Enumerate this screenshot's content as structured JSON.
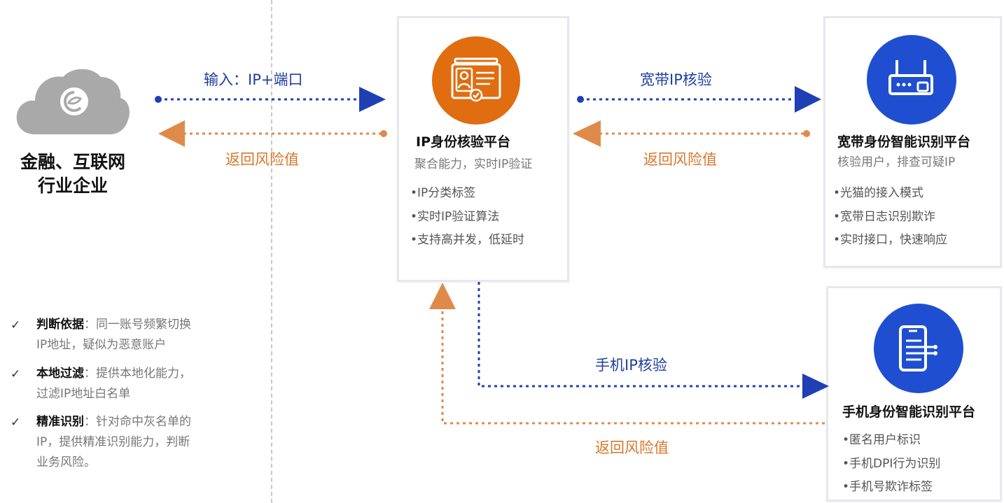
{
  "enterprise": {
    "line1": "金融、互联网",
    "line2": "行业企业"
  },
  "center_platform": {
    "title": "IP身份核验平台",
    "subtitle": "聚合能力，实时IP验证",
    "bullets": [
      "•IP分类标签",
      "•实时IP验证算法",
      "•支持高并发，低延时"
    ]
  },
  "broadband_platform": {
    "title": "宽带身份智能识别平台",
    "subtitle": "核验用户，排查可疑IP",
    "bullets": [
      "•光猫的接入模式",
      "•宽带日志识别欺诈",
      "•实时接口，快速响应"
    ]
  },
  "mobile_platform": {
    "title": "手机身份智能识别平台",
    "bullets": [
      "•匿名用户标识",
      "•手机DPI行为识别",
      "•手机号欺诈标签"
    ]
  },
  "flows": {
    "input_label": "输入：IP+端口",
    "return_label_1": "返回风险值",
    "broadband_label": "宽带IP核验",
    "return_label_2": "返回风险值",
    "mobile_label": "手机IP核验",
    "return_label_3": "返回风险值"
  },
  "notes": [
    {
      "check": "✓",
      "key": "判断依据",
      "line1": "：同一账号频繁切换",
      "line2": "IP地址，疑似为恶意账户"
    },
    {
      "check": "✓",
      "key": "本地过滤",
      "line1": "：提供本地化能力，",
      "line2": "过滤IP地址白名单"
    },
    {
      "check": "✓",
      "key": "精准识别",
      "line1": "：针对命中灰名单的",
      "line2": "IP，提供精准识别能力，判断",
      "line3": "业务风险。"
    }
  ],
  "colors": {
    "blue_flow": "#1f3fb4",
    "orange_flow": "#e08a4a",
    "center_icon": "#e06d10",
    "platform_icon": "#1f4fd0",
    "cloud": "#a9a9a9"
  },
  "icons": [
    "cloud-icon",
    "id-card-icon",
    "router-icon",
    "mobile-icon"
  ]
}
